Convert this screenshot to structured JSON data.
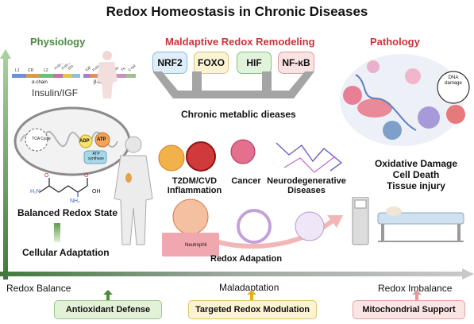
{
  "title": "Redox Homeostasis in Chronic Diseases",
  "sections": {
    "physiology": "Physiology",
    "maladaptive": "Maldaptive Redox Remodeling",
    "pathology": "Pathology"
  },
  "physiology": {
    "insulin_chain_labels": [
      "L1",
      "CR",
      "L2",
      "FnIII-1",
      "FnIII-2a",
      "IDα"
    ],
    "beta_chain_labels": [
      "IDβ",
      "FnIII-2b",
      "FnIII-3",
      "TM",
      "JM",
      "TK",
      "C-tail"
    ],
    "alpha_chain": "α-chain",
    "beta_chain": "β-chain",
    "insulin_igf": "Insulin/IGF",
    "tca": "TCA Cycle",
    "adp": "ADP",
    "atp": "ATP",
    "atp_synthase": "ATP synthase",
    "h2n": "H₂N",
    "nh2": "NH₂",
    "oh": "OH",
    "o1": "O",
    "o2": "O",
    "balanced": "Balanced Redox State",
    "cellular": "Cellular Adaptation"
  },
  "factors": [
    {
      "label": "NRF2",
      "bg": "#dfeefa",
      "border": "#8cb7de"
    },
    {
      "label": "FOXO",
      "bg": "#fbf4d4",
      "border": "#d8c479"
    },
    {
      "label": "HIF",
      "bg": "#e2f3dc",
      "border": "#86c077"
    },
    {
      "label": "NF-κB",
      "bg": "#fbe3e3",
      "border": "#e09a9a"
    }
  ],
  "chronic": "Chronic metablic dieases",
  "diseases": {
    "t2dm": "T2DM/CVD Inflammation",
    "cancer": "Cancer",
    "neuro": "Neurodegenerative Diseases",
    "neutrophil": "Neutrophil",
    "redox_adaptation": "Redox Adapation"
  },
  "pathology": {
    "dna_damage": "DNA damage",
    "oxidative": "Oxidative Damage",
    "cell_death": "Cell Death",
    "tissue": "Tissue injury"
  },
  "spectrum": {
    "balance": "Redox Balance",
    "maladaptation": "Maladaptation",
    "imbalance": "Redox Imbalance"
  },
  "strategies": [
    {
      "label": "Antioxidant Defense",
      "bg": "#e3f1d9",
      "border": "#9cc98a",
      "arrow": "#4c8a3a"
    },
    {
      "label": "Targeted Redox Modulation",
      "bg": "#fcf3d2",
      "border": "#dcc56e",
      "arrow": "#e0b41e"
    },
    {
      "label": "Mitochondrial Support",
      "bg": "#fbe4e4",
      "border": "#e3a3a3",
      "arrow": "#e39a9a"
    }
  ],
  "colors": {
    "physiology": "#4d8a44",
    "maladaptive": "#c9333a",
    "pathology": "#c9333a"
  }
}
